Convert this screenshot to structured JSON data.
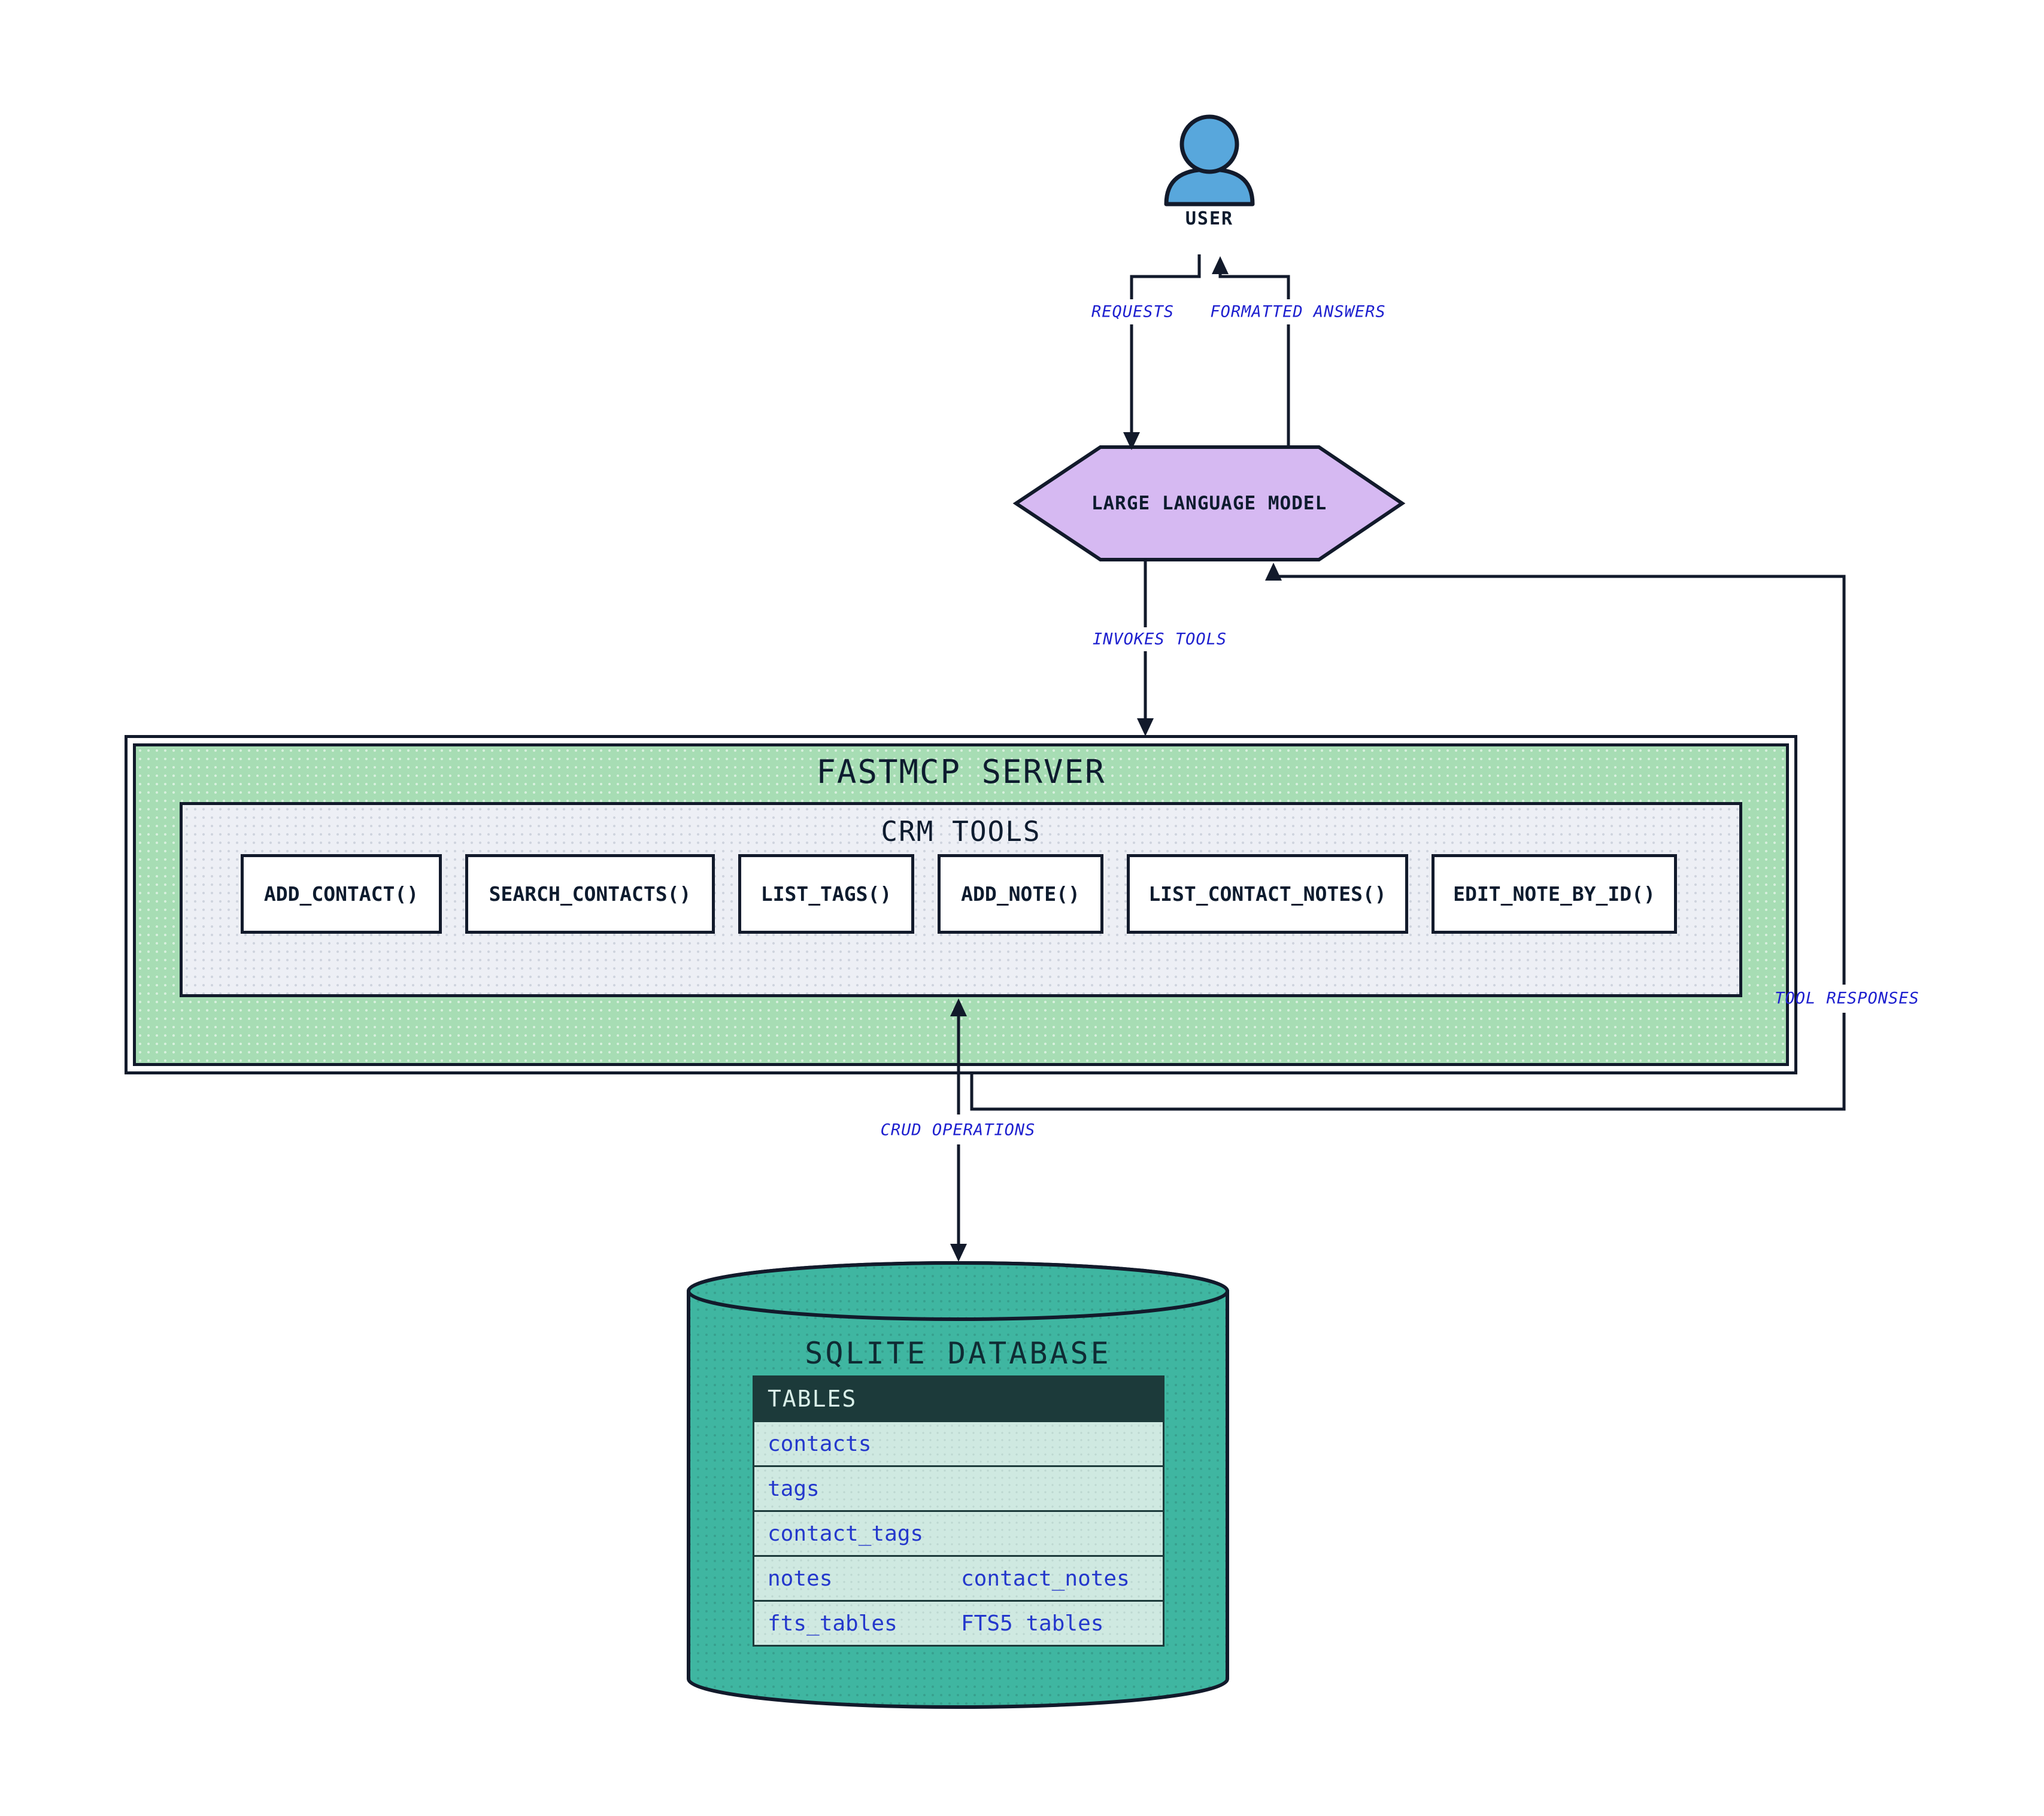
{
  "diagram": {
    "user": {
      "label": "USER"
    },
    "llm": {
      "label": "LARGE LANGUAGE MODEL"
    },
    "server": {
      "title": "FASTMCP SERVER",
      "crm": {
        "title": "CRM TOOLS",
        "tools": [
          "ADD_CONTACT()",
          "SEARCH_CONTACTS()",
          "LIST_TAGS()",
          "ADD_NOTE()",
          "LIST_CONTACT_NOTES()",
          "EDIT_NOTE_BY_ID()"
        ]
      }
    },
    "database": {
      "title": "SQLITE DATABASE",
      "table": {
        "header": "TABLES",
        "rows": [
          [
            "contacts",
            ""
          ],
          [
            "tags",
            ""
          ],
          [
            "contact_tags",
            ""
          ],
          [
            "notes",
            "contact_notes"
          ],
          [
            "fts_tables",
            "FTS5 tables"
          ]
        ]
      }
    },
    "edges": {
      "requests": "REQUESTS",
      "formatted_answers": "FORMATTED ANSWERS",
      "invokes_tools": "INVOKES TOOLS",
      "tool_responses": "TOOL RESPONSES",
      "crud_operations": "CRUD OPERATIONS"
    },
    "colors": {
      "accent_user": "#58a7dc",
      "accent_llm": "#d6b9f2",
      "accent_server": "#a7ddb4",
      "accent_tools_panel": "#edeff5",
      "accent_database": "#3fb6a1",
      "table_header_bg": "#1c3a3a",
      "table_row_bg": "#cfe9e1",
      "table_text": "#2438cc",
      "edge_label_text": "#1e20cf",
      "line": "#121a2b"
    }
  }
}
